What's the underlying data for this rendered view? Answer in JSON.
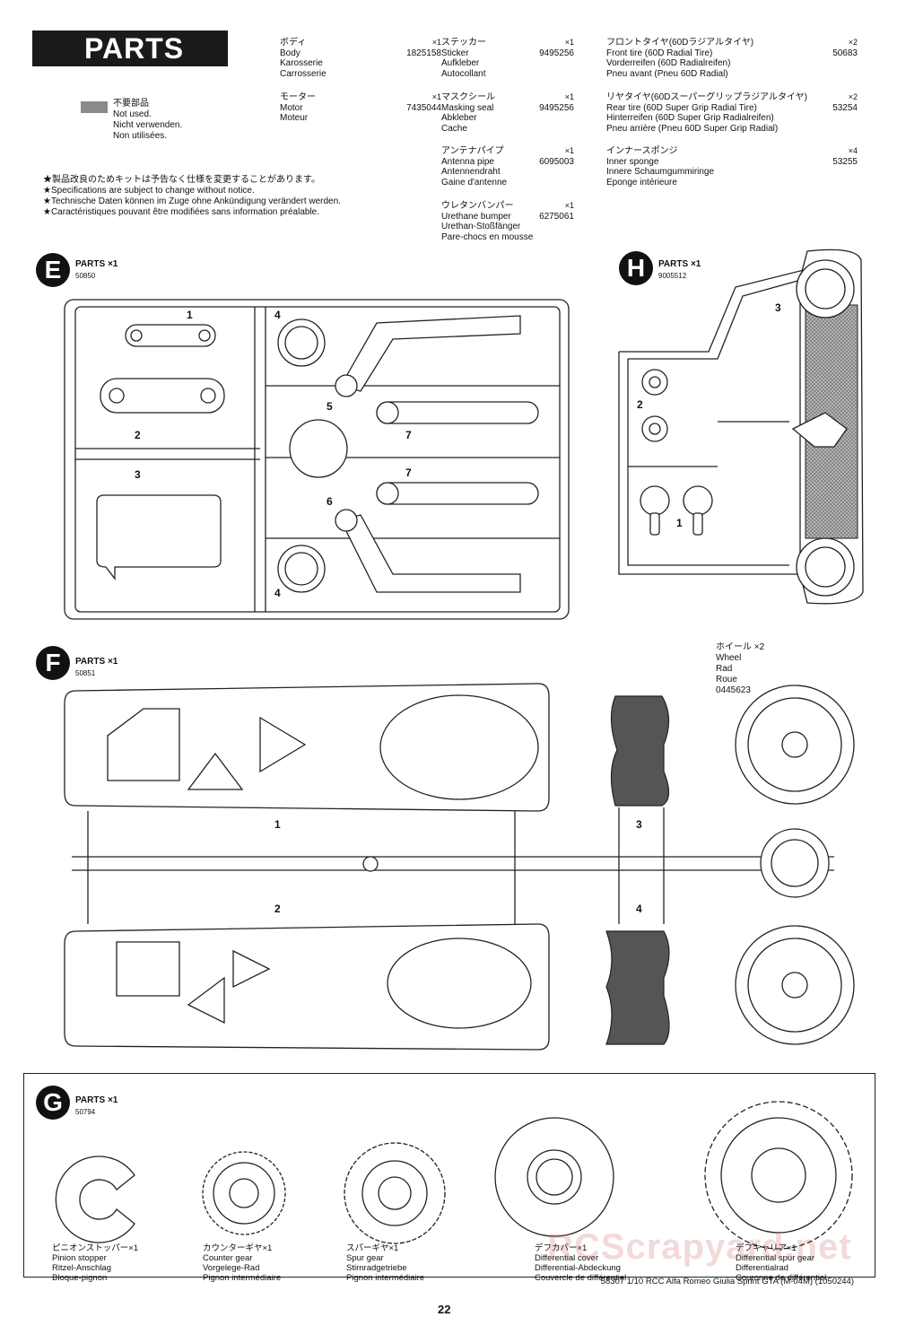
{
  "header": {
    "title": "PARTS",
    "not_used": [
      "不要部品",
      "Not used.",
      "Nicht verwenden.",
      "Non utilisées."
    ],
    "notes": [
      "★製品改良のためキットは予告なく仕様を変更することがあります。",
      "★Specifications are subject to change without notice.",
      "★Technische Daten können im Zuge ohne Ankündigung verändert werden.",
      "★Caractéristiques pouvant être modifiées sans information préalable."
    ]
  },
  "parts_list": {
    "body": {
      "jp": "ボディ",
      "qty": "×1",
      "en": "Body",
      "de": "Karosserie",
      "fr": "Carrosserie",
      "code": "1825158"
    },
    "motor": {
      "jp": "モーター",
      "qty": "×1",
      "en": "Motor",
      "de": "Motor",
      "fr": "Moteur",
      "code": "7435044"
    },
    "sticker": {
      "jp": "ステッカー",
      "qty": "×1",
      "en": "Sticker",
      "de": "Aufkleber",
      "fr": "Autocollant",
      "code": "9495256"
    },
    "mask": {
      "jp": "マスクシール",
      "qty": "×1",
      "en": "Masking seal",
      "de": "Abkleber",
      "fr": "Cache",
      "code": "9495256"
    },
    "antenna": {
      "jp": "アンテナパイプ",
      "qty": "×1",
      "en": "Antenna pipe",
      "de": "Antennendraht",
      "fr": "Gaine d'antenne",
      "code": "6095003"
    },
    "bumper": {
      "jp": "ウレタンバンパー",
      "qty": "×1",
      "en": "Urethane bumper",
      "de": "Urethan-Stoßfänger",
      "fr": "Pare-chocs en mousse",
      "code": "6275061"
    },
    "front_tire": {
      "jp": "フロントタイヤ(60Dラジアルタイヤ)",
      "qty": "×2",
      "en": "Front tire (60D Radial Tire)",
      "de": "Vorderreifen (60D Radialreifen)",
      "fr": "Pneu avant (Pneu 60D Radial)",
      "code": "50683"
    },
    "rear_tire": {
      "jp": "リヤタイヤ(60Dスーパーグリップラジアルタイヤ)",
      "qty": "×2",
      "en": "Rear tire (60D Super Grip Radial Tire)",
      "de": "Hinterreifen (60D Super Grip Radialreifen)",
      "fr": "Pneu arrière (Pneu 60D Super Grip Radial)",
      "code": "53254"
    },
    "sponge": {
      "jp": "インナースポンジ",
      "qty": "×4",
      "en": "Inner sponge",
      "de": "Innere Schaumgummiringe",
      "fr": "Eponge intérieure",
      "code": "53255"
    }
  },
  "sections": {
    "E": {
      "letter": "E",
      "label": "PARTS",
      "qty": "×1",
      "code": "50850",
      "nums": [
        "1",
        "2",
        "3",
        "4",
        "5",
        "7",
        "7",
        "6",
        "4"
      ]
    },
    "H": {
      "letter": "H",
      "label": "PARTS",
      "qty": "×1",
      "code": "9005512",
      "nums": [
        "3",
        "2",
        "1"
      ]
    },
    "F": {
      "letter": "F",
      "label": "PARTS",
      "qty": "×1",
      "code": "50851",
      "nums": [
        "1",
        "2",
        "3",
        "4"
      ]
    },
    "G": {
      "letter": "G",
      "label": "PARTS",
      "qty": "×1",
      "code": "50794"
    }
  },
  "wheel": {
    "jp": "ホイール ×2",
    "en": "Wheel",
    "de": "Rad",
    "fr": "Roue",
    "code": "0445623"
  },
  "gears": [
    {
      "jp": "ピニオンストッパー×1",
      "en": "Pinion stopper",
      "de": "Ritzel-Anschlag",
      "fr": "Bloque-pignon"
    },
    {
      "jp": "カウンターギヤ×1",
      "en": "Counter gear",
      "de": "Vorgelege-Rad",
      "fr": "Pignon intermédiaire"
    },
    {
      "jp": "スパーギヤ×1",
      "en": "Spur gear",
      "de": "Stirnradgetriebe",
      "fr": "Pignon intermédiaire"
    },
    {
      "jp": "デフカバー×1",
      "en": "Differential cover",
      "de": "Differential-Abdeckung",
      "fr": "Couvercle de différentiel"
    },
    {
      "jp": "デフキャリア×1",
      "en": "Differential spur gear",
      "de": "Differentialrad",
      "fr": "Couronne de différentiel"
    }
  ],
  "footer": {
    "text": "58307 1/10 RCC Alfa Romeo Giulia Sprint GTA (M-04M) (1050244)",
    "page": "22"
  },
  "watermark": "RCScrapyard.net"
}
